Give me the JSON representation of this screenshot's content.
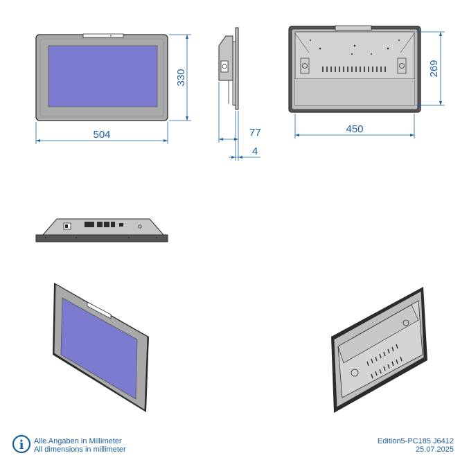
{
  "dimensions": {
    "front_width": "504",
    "front_height": "330",
    "side_depth": "77",
    "side_bezel": "4",
    "back_width": "450",
    "back_height": "269"
  },
  "footer": {
    "note_de": "Alle Angaben in Millimeter",
    "note_en": "All dimensions in millimeter",
    "edition": "Edition5-PC185 J6412",
    "date": "25.07.2025"
  },
  "colors": {
    "dimension_blue": "#1a5f9e",
    "screen_blue": "#7b7ccf",
    "bezel_gray": "#a7a7a7",
    "panel_gray": "#c9c9c9",
    "outline": "#2b2b2b"
  },
  "icons": {
    "info": "info-icon"
  }
}
